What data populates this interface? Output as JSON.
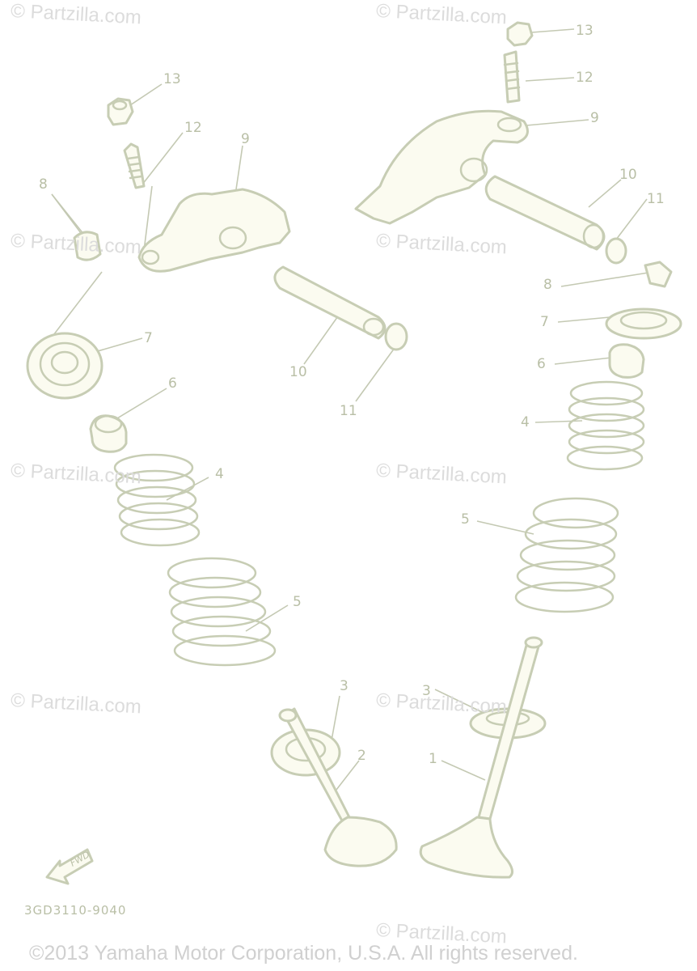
{
  "callouts": {
    "c1": "1",
    "c2": "2",
    "c3a": "3",
    "c3b": "3",
    "c4a": "4",
    "c4b": "4",
    "c5a": "5",
    "c5b": "5",
    "c6a": "6",
    "c6b": "6",
    "c7a": "7",
    "c7b": "7",
    "c8a": "8",
    "c8b": "8",
    "c9a": "9",
    "c9b": "9",
    "c10a": "10",
    "c10b": "10",
    "c11a": "11",
    "c11b": "11",
    "c12a": "12",
    "c12b": "12",
    "c13a": "13",
    "c13b": "13"
  },
  "fwd_label": "FWD",
  "drawing_code": "3GD3110-9040",
  "watermark": "© Partzilla.com",
  "copyright": "©2013 Yamaha Motor Corporation, U.S.A. All rights reserved.",
  "colors": {
    "line": "#c7cdb4",
    "fill": "#fbfbf0",
    "watermark": "#dcdcdc"
  }
}
